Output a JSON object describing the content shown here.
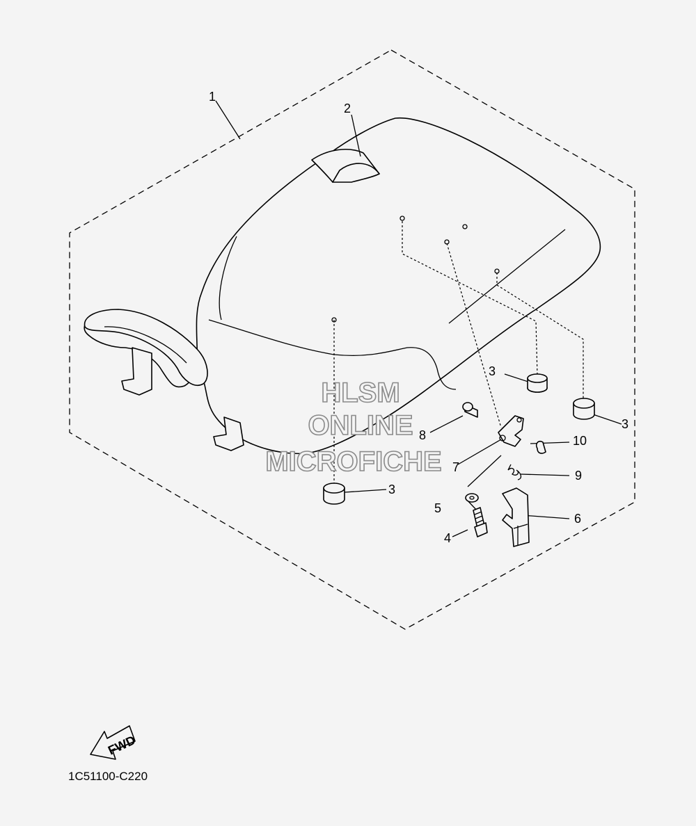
{
  "diagram_code": "1C51100-C220",
  "watermark": {
    "line1": "HLSM",
    "line2": "ONLINE",
    "line3": "MICROFICHE"
  },
  "fwd_label": "FWD",
  "callouts": {
    "c1": "1",
    "c2": "2",
    "c3a": "3",
    "c3b": "3",
    "c3c": "3",
    "c4": "4",
    "c5": "5",
    "c6": "6",
    "c7": "7",
    "c8": "8",
    "c9": "9",
    "c10": "10"
  }
}
